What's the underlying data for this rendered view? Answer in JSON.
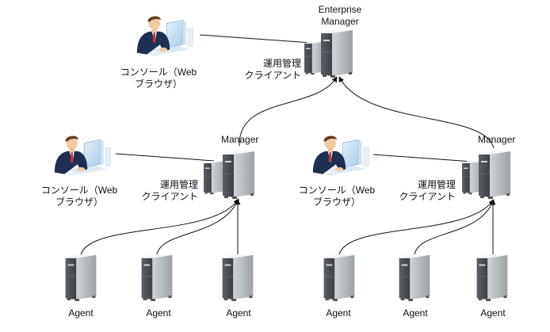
{
  "diagram": {
    "title": "Systemwalker topology",
    "colors": {
      "line": "#111111",
      "server_face": "#b9c0c2",
      "server_front": "#4a4d55",
      "server_side": "#dfe3e4",
      "suit": "#1f2f52",
      "tie": "#c0392b",
      "monitor": "#bcd8ee"
    },
    "enterprise": {
      "label_line1": "Enterprise",
      "label_line2": "Manager",
      "client_label_line1": "運用管理",
      "client_label_line2": "クライアント",
      "console_label_line1": "コンソール（Web",
      "console_label_line2": "ブラウザ）"
    },
    "groups": [
      {
        "manager_label": "Manager",
        "client_label_line1": "運用管理",
        "client_label_line2": "クライアント",
        "console_label_line1": "コンソール（Web",
        "console_label_line2": "ブラウザ）",
        "agents": [
          "Agent",
          "Agent",
          "Agent"
        ]
      },
      {
        "manager_label": "Manager",
        "client_label_line1": "運用管理",
        "client_label_line2": "クライアント",
        "console_label_line1": "コンソール（Web",
        "console_label_line2": "ブラウザ）",
        "agents": [
          "Agent",
          "Agent",
          "Agent"
        ]
      }
    ]
  }
}
